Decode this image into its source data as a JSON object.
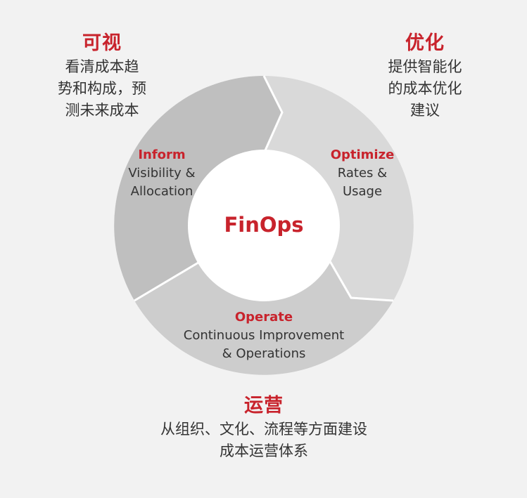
{
  "colors": {
    "accent": "#c8232c",
    "background": "#f2f2f2",
    "segment_inform": "#bfbfbf",
    "segment_optimize": "#d9d9d9",
    "segment_operate": "#cdcdcd",
    "center": "#ffffff"
  },
  "center": {
    "title": "FinOps"
  },
  "corners": {
    "inform": {
      "title": "可视",
      "lines": [
        "看清成本趋",
        "势和构成，预",
        "测未来成本"
      ]
    },
    "optimize": {
      "title": "优化",
      "lines": [
        "提供智能化",
        "的成本优化",
        "建议"
      ]
    },
    "operate": {
      "title": "运营",
      "lines": [
        "从组织、文化、流程等方面建设",
        "成本运营体系"
      ]
    }
  },
  "segments": {
    "inform": {
      "title": "Inform",
      "lines": [
        "Visibility &",
        "Allocation"
      ]
    },
    "optimize": {
      "title": "Optimize",
      "lines": [
        "Rates &",
        "Usage"
      ]
    },
    "operate": {
      "title": "Operate",
      "lines": [
        "Continuous Improvement",
        "& Operations"
      ]
    }
  }
}
